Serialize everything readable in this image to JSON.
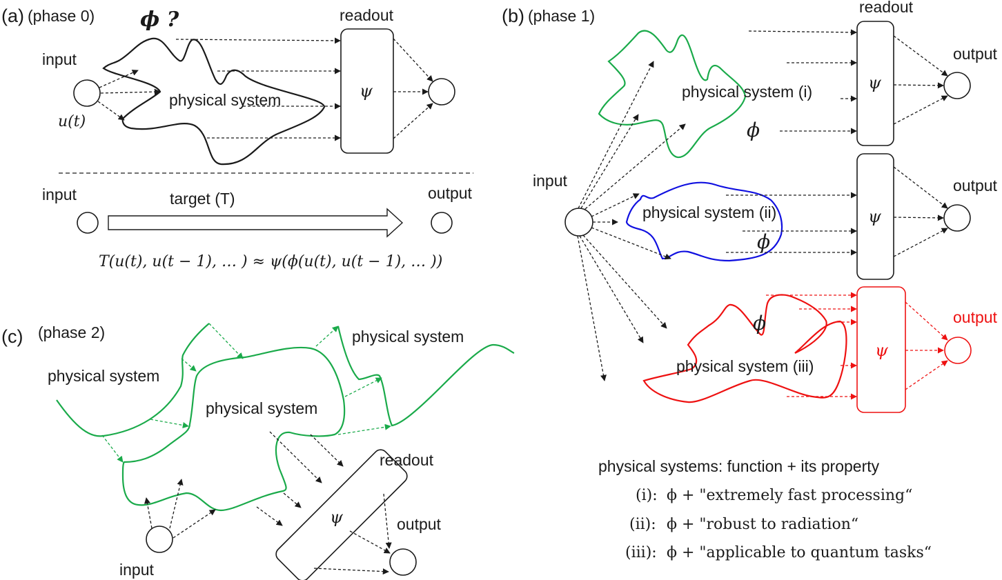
{
  "colors": {
    "black": "#1a1a1a",
    "green": "#1aaa4a",
    "blue": "#1010e0",
    "red": "#ee1111"
  },
  "panel_a": {
    "label": "(a)",
    "phase": "(phase 0)",
    "phi_question": "ϕ ?",
    "input_label": "input",
    "input_signal": "u(t)",
    "system_label": "physical system",
    "readout_label": "readout",
    "readout_symbol": "ψ",
    "target": {
      "input_label": "input",
      "output_label": "output",
      "arrow_label": "target (T)"
    },
    "equation": "T(u(t), u(t − 1), … ) ≈ ψ(ϕ(u(t), u(t − 1), … ))"
  },
  "panel_b": {
    "label": "(b)",
    "phase": "(phase 1)",
    "input_label": "input",
    "readout_label": "readout",
    "systems": [
      {
        "name": "physical system (i)",
        "symbol": "ϕ",
        "readout_symbol": "ψ",
        "output_label": "output",
        "color": "green"
      },
      {
        "name": "physical system (ii)",
        "symbol": "ϕ",
        "readout_symbol": "ψ",
        "output_label": "output",
        "color": "blue"
      },
      {
        "name": "physical system (iii)",
        "symbol": "ϕ",
        "readout_symbol": "ψ",
        "output_label": "output",
        "color": "red"
      }
    ],
    "legend": {
      "title": "physical systems: function + its property",
      "items": [
        {
          "id": "(i):",
          "text": "ϕ + \"extremely fast processing“"
        },
        {
          "id": "(ii):",
          "text": "ϕ + \"robust to radiation“"
        },
        {
          "id": "(iii):",
          "text": "ϕ + \"applicable to quantum tasks“"
        }
      ]
    }
  },
  "panel_c": {
    "label": "(c)",
    "phase": "(phase 2)",
    "system_left": "physical system",
    "system_center": "physical system",
    "system_right": "physical system",
    "readout_label": "readout",
    "readout_symbol": "ψ",
    "input_label": "input",
    "output_label": "output"
  }
}
